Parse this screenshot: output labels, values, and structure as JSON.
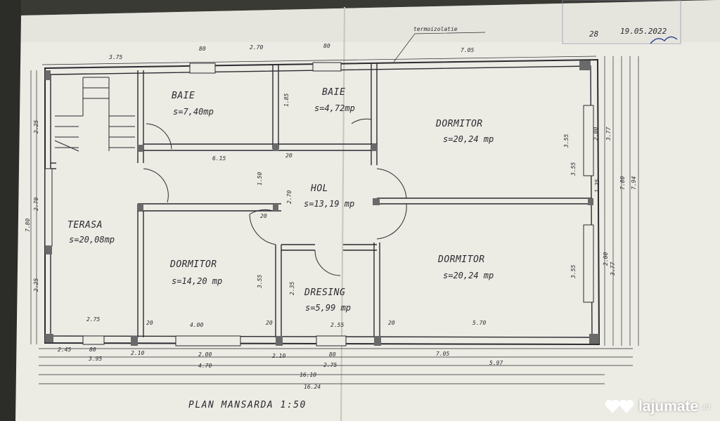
{
  "title": "PLAN MANSARDA 1:50",
  "stamp": {
    "line1": "28",
    "date": "19.05.2022"
  },
  "insulation_label": "termoizolatie",
  "rooms": [
    {
      "name": "BAIE",
      "area": "s=7,40mp"
    },
    {
      "name": "BAIE",
      "area": "s=4,72mp"
    },
    {
      "name": "DORMITOR",
      "area": "s=20,24 mp"
    },
    {
      "name": "HOL",
      "area": "s=13,19 mp"
    },
    {
      "name": "TERASA",
      "area": "s=20,08mp"
    },
    {
      "name": "DORMITOR",
      "area": "s=14,20 mp"
    },
    {
      "name": "DRESING",
      "area": "s=5,99 mp"
    },
    {
      "name": "DORMITOR",
      "area": "s=20,24 mp"
    }
  ],
  "dims": {
    "top": [
      "3.75",
      "80",
      "2.70",
      "80",
      "7.05"
    ],
    "inner": [
      "6.15",
      "1.85",
      "1.50",
      "2.70",
      "3.55",
      "2.35",
      "3.55",
      "20",
      "20",
      "20",
      "20",
      "20"
    ],
    "bottom_row1": [
      "2.75",
      "4.00",
      "2.55",
      "5.70"
    ],
    "bottom_row2": [
      "2.45",
      "80",
      "2.10",
      "2.00",
      "2.10",
      "80",
      "7.05"
    ],
    "bottom_row3": [
      "3.95",
      "4.70",
      "2.75",
      "5.97"
    ],
    "bottom_total": [
      "16.10",
      "16.24"
    ],
    "right": [
      "3.55",
      "2.00",
      "3.77",
      "1.25",
      "2.00",
      "3.77",
      "3.55",
      "7.80",
      "7.94"
    ],
    "left": [
      "2.25",
      "2.70",
      "7.80",
      "2.25"
    ]
  },
  "watermark": {
    "brand": "lajumate",
    "tld": ".ro"
  },
  "colors": {
    "paper": "#ecebe4",
    "ink": "#2a2a30",
    "shadow": "#3a3a34"
  }
}
